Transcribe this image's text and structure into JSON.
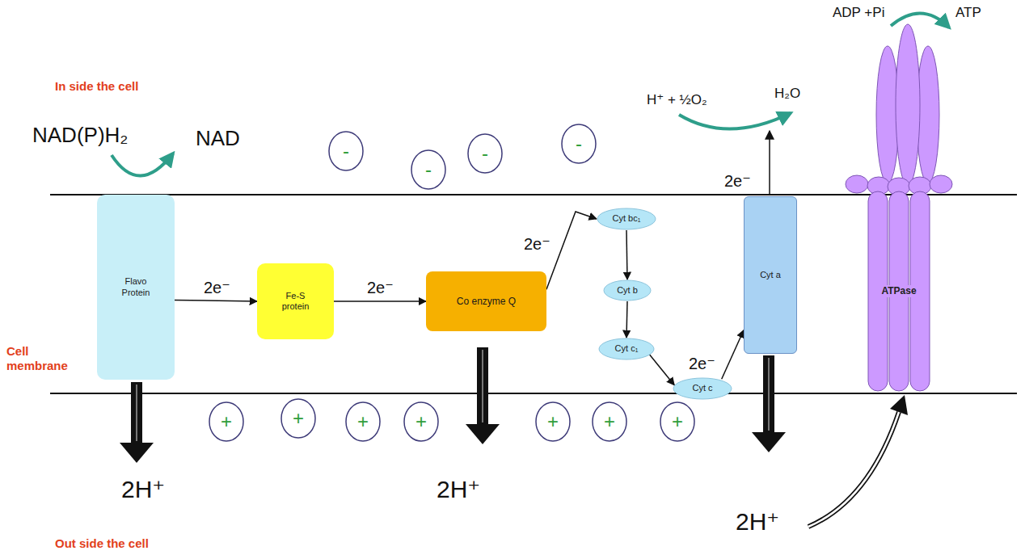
{
  "diagram": {
    "nodes": [
      {
        "text": [
          "Flavo Protein"
        ]
      },
      {
        "text": [
          "Fe-S protein"
        ]
      },
      {
        "text": [
          "Co enzyme Q"
        ]
      },
      {
        "text": [
          "Cyt bc₁"
        ]
      },
      {
        "text": [
          "Cyt b"
        ]
      },
      {
        "text": [
          "Cyt c₁"
        ]
      },
      {
        "text": [
          "Cyt c"
        ]
      },
      {
        "text": [
          "Cyt a"
        ]
      },
      {
        "text": [
          "ATPase"
        ]
      },
      {
        "text": [
          "-"
        ]
      },
      {
        "text": [
          "-"
        ]
      },
      {
        "text": [
          "-"
        ]
      },
      {
        "text": [
          "-"
        ]
      },
      {
        "text": [
          "+"
        ]
      },
      {
        "text": [
          "+"
        ]
      },
      {
        "text": [
          "+"
        ]
      },
      {
        "text": [
          "+"
        ]
      },
      {
        "text": [
          "+"
        ]
      },
      {
        "text": [
          "+"
        ]
      },
      {
        "text": [
          "+"
        ]
      }
    ],
    "edges": [
      {
        "from": 0,
        "to": 1,
        "arrow": "to",
        "label": "2e⁻"
      },
      {
        "from": 1,
        "to": 2,
        "arrow": "to",
        "label": "2e⁻"
      },
      {
        "from": 2,
        "to": 3,
        "arrow": "to",
        "label": "2e⁻"
      },
      {
        "from": 3,
        "to": 4,
        "arrow": "to"
      },
      {
        "from": 4,
        "to": 5,
        "arrow": "to"
      },
      {
        "from": 5,
        "to": 6,
        "arrow": "to"
      },
      {
        "from": 6,
        "to": 7,
        "arrow": "to",
        "label": "2e⁻"
      }
    ],
    "labels": [
      "In side the cell",
      "NAD(P)H₂",
      "NAD",
      "H⁺ + ½O₂",
      "H₂O",
      "ADP +Pi",
      "ATP",
      "2e⁻",
      "Cell membrane",
      "2H⁺",
      "2H⁺",
      "2H⁺",
      "Out side the cell"
    ]
  }
}
